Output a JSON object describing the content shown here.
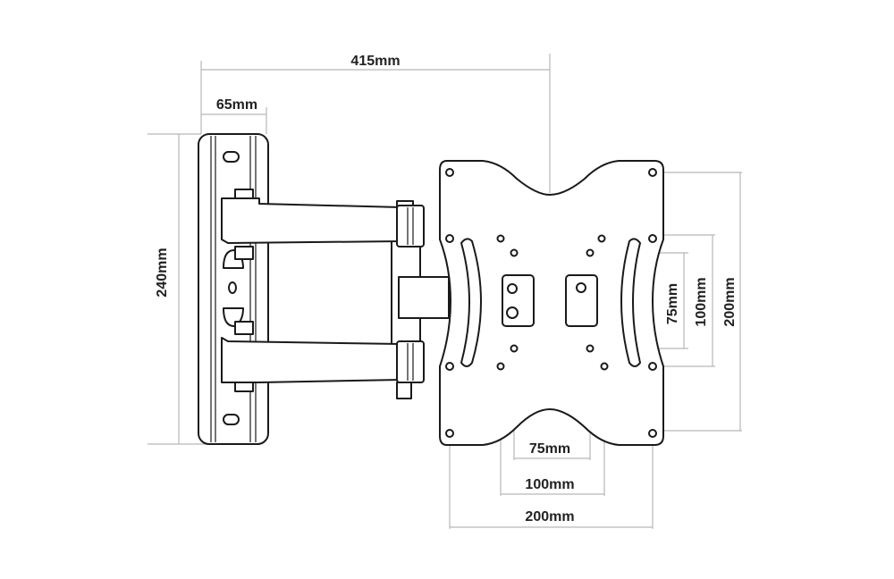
{
  "dimensions": {
    "overall_depth": "415mm",
    "wall_plate_width": "65mm",
    "wall_plate_height": "240mm",
    "vesa_vertical_small": "75mm",
    "vesa_vertical_medium": "100mm",
    "vesa_vertical_large": "200mm",
    "vesa_horizontal_small": "75mm",
    "vesa_horizontal_medium": "100mm",
    "vesa_horizontal_large": "200mm"
  }
}
